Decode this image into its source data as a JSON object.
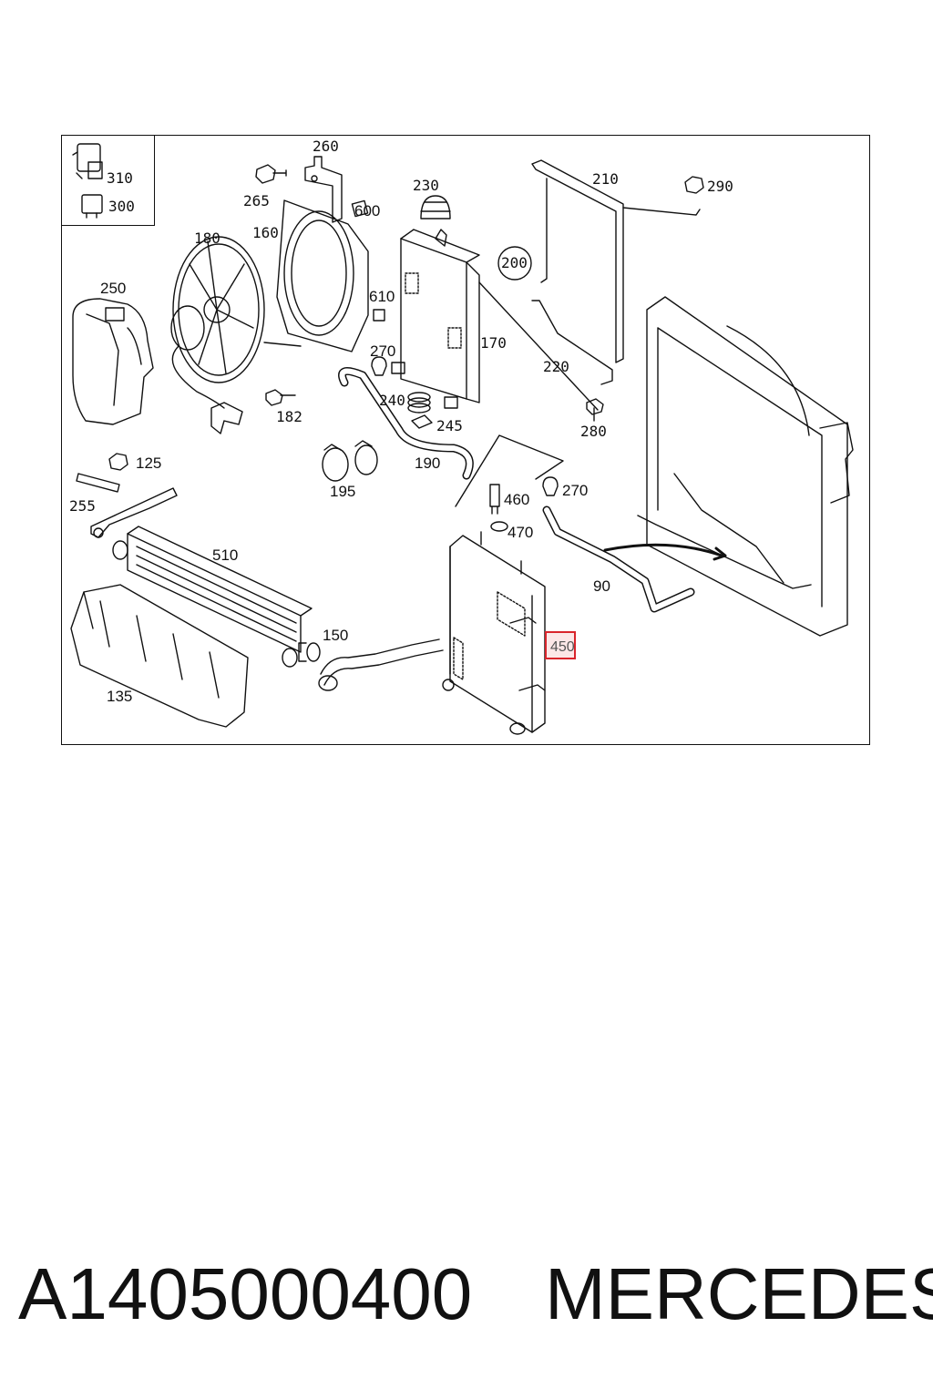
{
  "diagram": {
    "labels": {
      "p310": "310",
      "p300": "300",
      "p260": "260",
      "p265": "265",
      "p600": "600",
      "p230": "230",
      "p210": "210",
      "p290": "290",
      "p180": "180",
      "p160": "160",
      "p200": "200",
      "p250": "250",
      "p610": "610",
      "p170": "170",
      "p270a": "270",
      "p240": "240",
      "p245": "245",
      "p182": "182",
      "p220": "220",
      "p280": "280",
      "p125": "125",
      "p190": "190",
      "p195": "195",
      "p255": "255",
      "p460": "460",
      "p270b": "270",
      "p470": "470",
      "p510": "510",
      "p90": "90",
      "p150": "150",
      "p135": "135"
    },
    "highlight": {
      "label": "450",
      "color": "#d9242b"
    }
  },
  "footer": {
    "part_number": "A1405000400",
    "brand": "MERCEDES"
  }
}
